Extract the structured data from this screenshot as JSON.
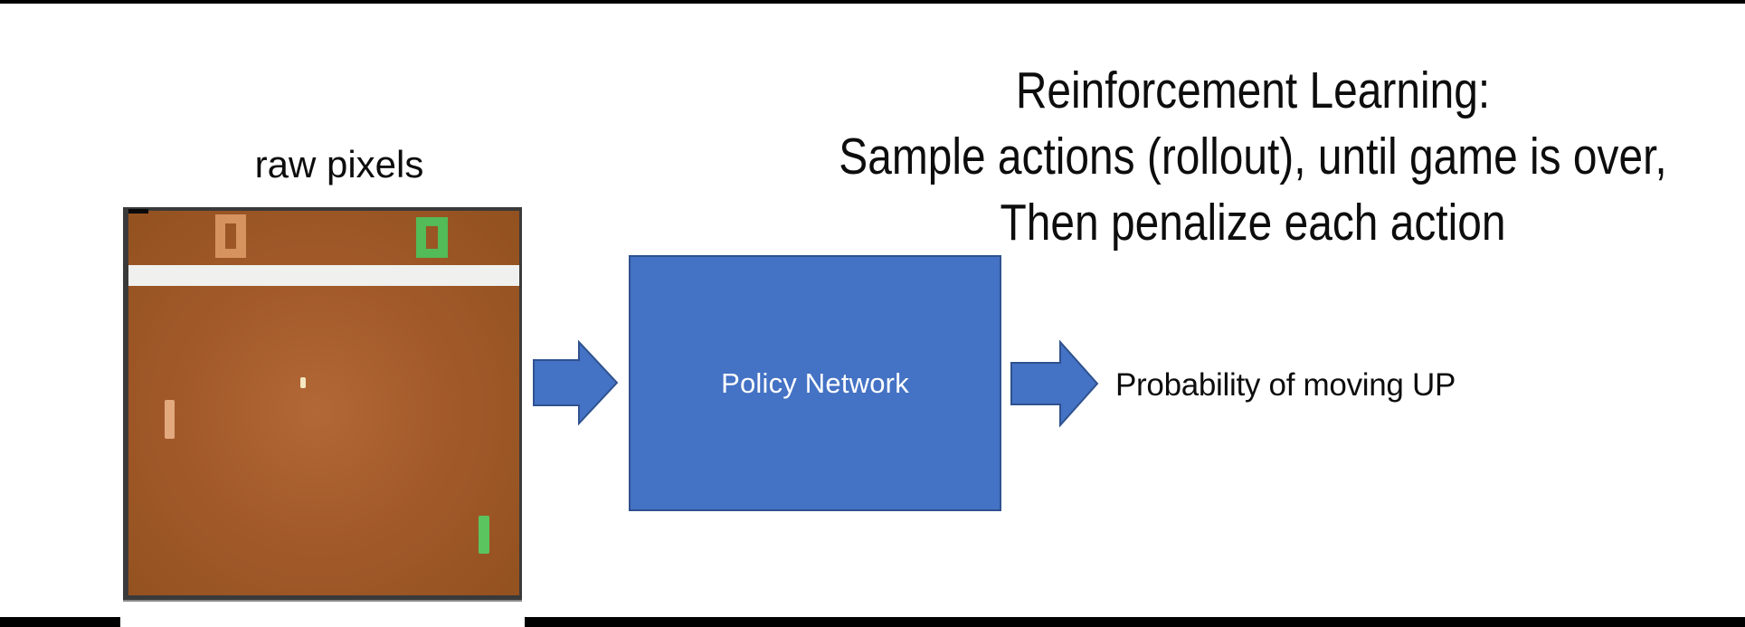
{
  "slide": {
    "title_lines": [
      "Reinforcement Learning:",
      "Sample actions (rollout), until game is over,",
      "Then penalize each action"
    ]
  },
  "pipeline": {
    "input_label": "raw pixels",
    "network_label": "Policy Network",
    "output_label": "Probability of moving UP"
  },
  "game_screenshot": {
    "left_score": "0",
    "right_score": "0"
  },
  "colors": {
    "accent_blue": "#4472C4",
    "accent_blue_border": "#2F528F",
    "pong_field_brown": "#A2592A",
    "pong_orange_score": "#D6935F",
    "pong_orange_paddle": "#E3A97E",
    "pong_green_score": "#53BB57",
    "pong_green_paddle": "#5BC45F",
    "pong_ball_cream": "#F4E7C3",
    "pong_center_line_white": "#F0F0EE",
    "pong_frame_dark": "#3A3A3A",
    "bar_black": "#000000",
    "text_black": "#0D0D0D",
    "network_text_white": "#FFFFFF",
    "background_white": "#FFFFFF"
  }
}
